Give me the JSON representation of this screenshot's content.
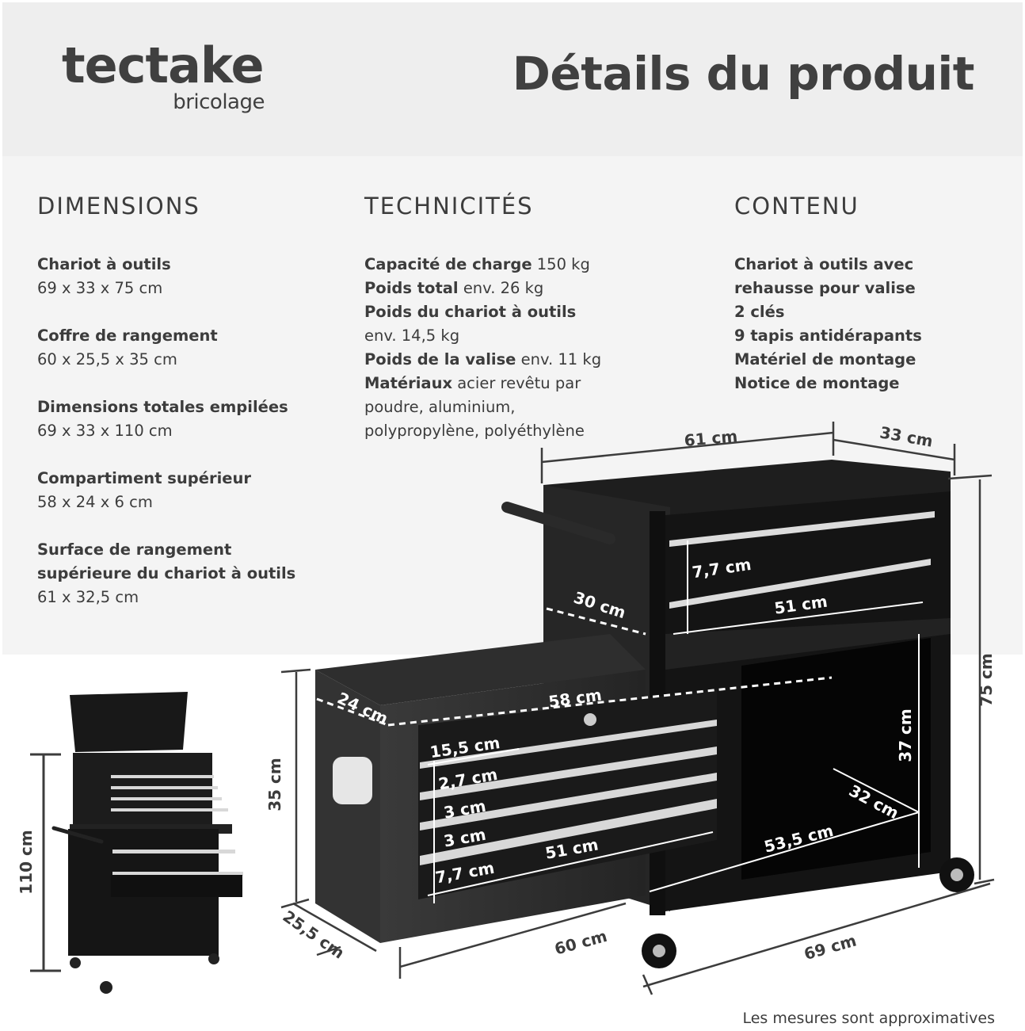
{
  "brand": {
    "name": "tectake",
    "subline": "bricolage"
  },
  "header": {
    "title": "Détails du produit"
  },
  "colors": {
    "header_bg": "#eeeeee",
    "panel_bg": "#f4f4f4",
    "text": "#3c3c3c",
    "product": "#1a1a1a"
  },
  "dimensions": {
    "heading": "DIMENSIONS",
    "items": [
      {
        "label": "Chariot à outils",
        "value": "69 x 33 x 75 cm"
      },
      {
        "label": "Coffre de rangement",
        "value": "60 x 25,5 x 35 cm"
      },
      {
        "label": "Dimensions totales empilées",
        "value": "69 x 33 x 110 cm"
      },
      {
        "label": "Compartiment supérieur",
        "value": "58 x 24 x 6 cm"
      },
      {
        "label": "Surface de rangement supérieure du chariot à outils",
        "label_line1": "Surface de rangement",
        "label_line2": "supérieure du chariot à outils",
        "value": "61 x 32,5 cm"
      }
    ]
  },
  "technical": {
    "heading": "TECHNICITÉS",
    "items": [
      {
        "label": "Capacité de charge",
        "value": "150 kg"
      },
      {
        "label": "Poids total",
        "value": "env. 26 kg"
      },
      {
        "label": "Poids du chariot à outils",
        "value": "env. 14,5 kg"
      },
      {
        "label": "Poids de la valise",
        "value": "env. 11 kg"
      },
      {
        "label": "Matériaux",
        "value": "acier revêtu par poudre, aluminium, polypropylène, polyéthylène",
        "value_line1": "acier revêtu par",
        "value_line2": "poudre, aluminium,",
        "value_line3": "polypropylène, polyéthylène"
      }
    ]
  },
  "contents": {
    "heading": "CONTENU",
    "items": [
      "Chariot à outils avec",
      "rehausse pour valise",
      "2 clés",
      "9 tapis antidérapants",
      "Matériel de montage",
      "Notice de montage"
    ]
  },
  "diagram_labels": {
    "cart_width": "61 cm",
    "cart_depth": "33 cm",
    "cart_height": "75 cm",
    "cart_drawer_height": "7,7 cm",
    "cart_drawer_width": "51 cm",
    "cart_side_depth": "30 cm",
    "cabinet_height": "37 cm",
    "cabinet_depth": "32 cm",
    "cabinet_width": "53,5 cm",
    "cart_base_width": "69 cm",
    "chest_height": "35 cm",
    "chest_top_depth": "24 cm",
    "chest_top_width": "58 cm",
    "chest_drawer_small_width": "15,5 cm",
    "chest_drawer_1": "2,7 cm",
    "chest_drawer_2": "3 cm",
    "chest_drawer_3": "3 cm",
    "chest_drawer_4": "7,7 cm",
    "chest_drawer_width": "51 cm",
    "chest_width": "60 cm",
    "chest_depth": "25,5 cm",
    "stacked_height": "110 cm"
  },
  "footnote": "Les mesures sont approximatives"
}
